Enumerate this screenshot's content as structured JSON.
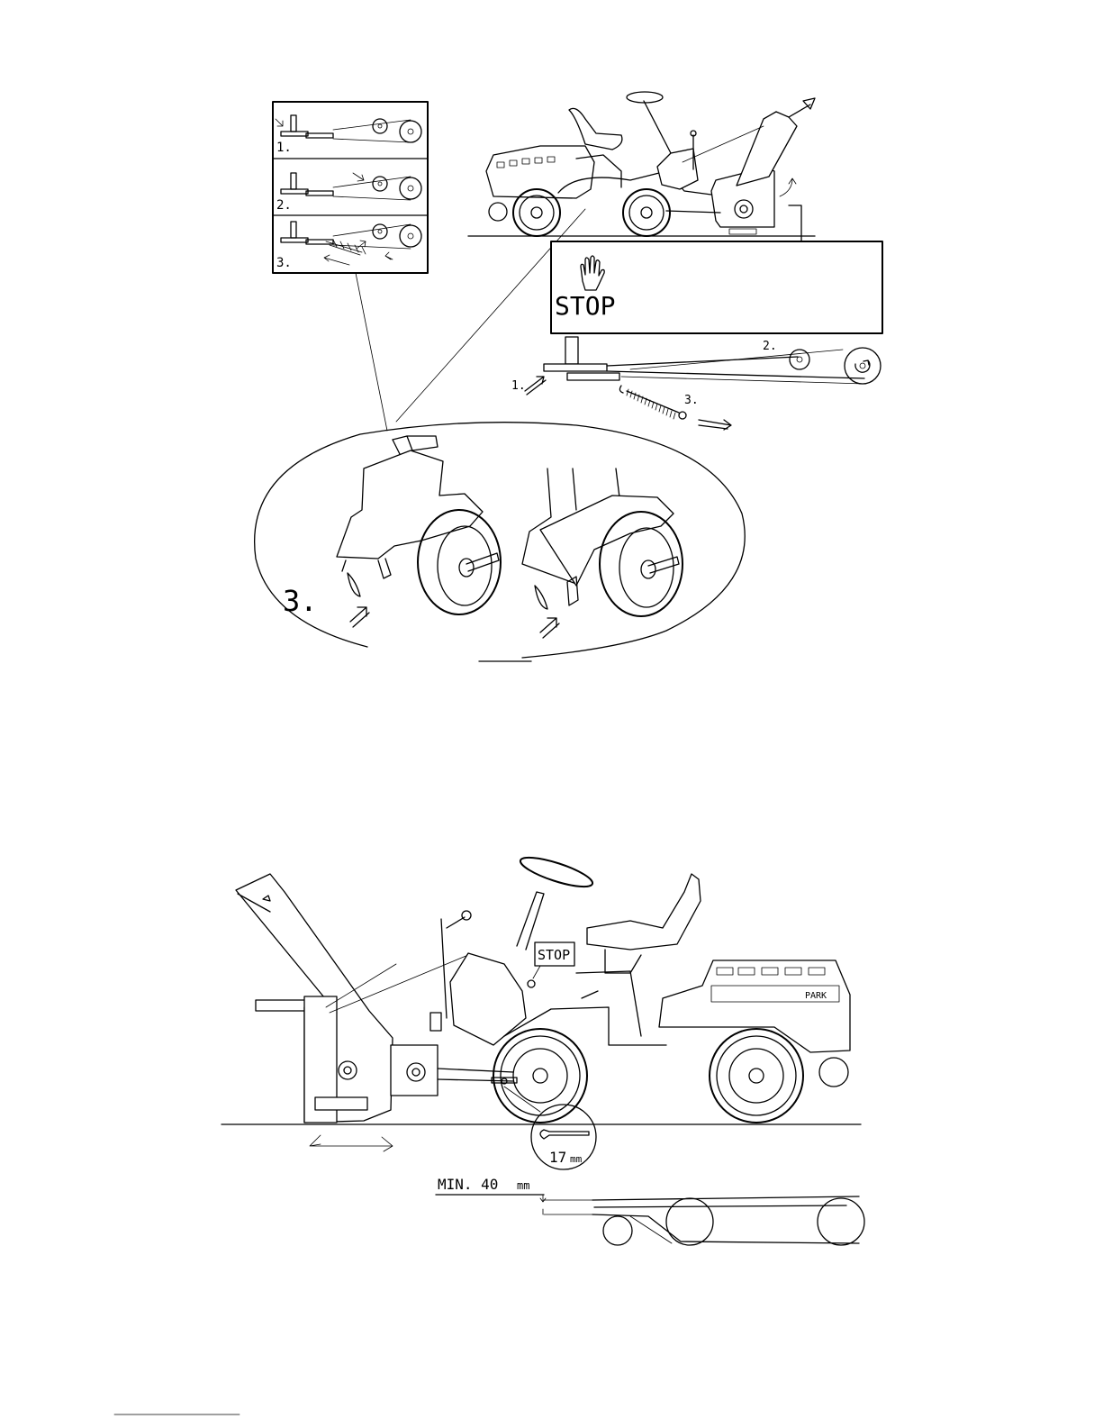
{
  "top_figure": {
    "inset_steps": [
      "1.",
      "2.",
      "3."
    ],
    "stop_sign": "STOP",
    "belt_steps": [
      "1.",
      "2.",
      "3."
    ],
    "detail_label": "3."
  },
  "bottom_figure": {
    "stop_label": "STOP",
    "park_label": "PARK",
    "wrench_size": "17",
    "wrench_unit": "mm",
    "min_gap_label": "MIN. 40",
    "min_gap_unit": "mm"
  }
}
